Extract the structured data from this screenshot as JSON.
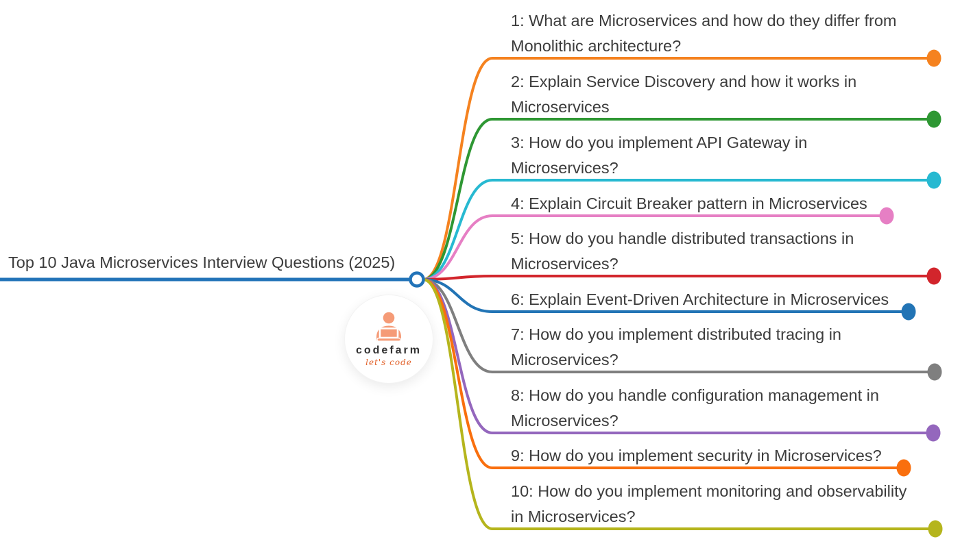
{
  "root": {
    "label": "Top 10 Java Microservices Interview Questions (2025)",
    "color": "#2273b8"
  },
  "branches": [
    {
      "label": "1: What are Microservices and how do they differ from Monolithic architecture?",
      "lines": [
        "1: What are Microservices and how do they differ from",
        "Monolithic architecture?"
      ],
      "color": "#f5821f"
    },
    {
      "label": "2: Explain Service Discovery and how it works in Microservices",
      "lines": [
        "2: Explain Service Discovery and how it works in",
        "Microservices"
      ],
      "color": "#2e9733"
    },
    {
      "label": "3: How do you implement API Gateway in Microservices?",
      "lines": [
        "3: How do you implement API Gateway in",
        "Microservices?"
      ],
      "color": "#27b9d1"
    },
    {
      "label": "4: Explain Circuit Breaker pattern in Microservices",
      "lines": [
        "4: Explain Circuit Breaker pattern in Microservices"
      ],
      "color": "#e67fc4"
    },
    {
      "label": "5: How do you handle distributed transactions in Microservices?",
      "lines": [
        "5: How do you handle distributed transactions in",
        "Microservices?"
      ],
      "color": "#d2252c"
    },
    {
      "label": "6: Explain Event-Driven Architecture in Microservices",
      "lines": [
        "6: Explain Event-Driven Architecture in Microservices"
      ],
      "color": "#2274b5"
    },
    {
      "label": "7: How do you implement distributed tracing in Microservices?",
      "lines": [
        "7: How do you implement distributed tracing in",
        "Microservices?"
      ],
      "color": "#7f7f7f"
    },
    {
      "label": "8: How do you handle configuration management in Microservices?",
      "lines": [
        "8: How do you handle configuration management in",
        "Microservices?"
      ],
      "color": "#9467bd"
    },
    {
      "label": "9: How do you implement security in Microservices?",
      "lines": [
        "9: How do you implement security in Microservices?"
      ],
      "color": "#f96f0e"
    },
    {
      "label": "10: How do you implement monitoring and observability in Microservices?",
      "lines": [
        "10: How do you implement monitoring and observability",
        "in Microservices?"
      ],
      "color": "#b5b51d"
    }
  ],
  "logo": {
    "brand": "codefarm",
    "tagline": "let's code",
    "icon": "person-at-laptop-icon",
    "icon_color": "#f59b77",
    "brand_color": "#333333",
    "tagline_color": "#e2622b"
  }
}
